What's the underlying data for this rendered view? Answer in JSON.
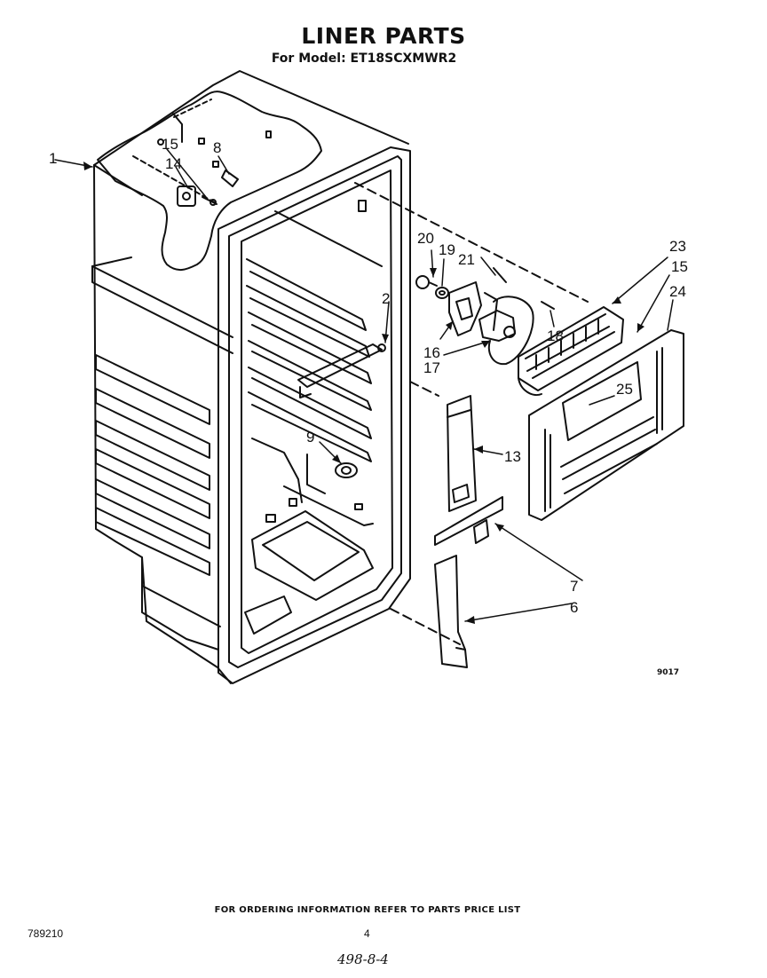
{
  "header": {
    "title": "LINER PARTS",
    "subtitle": "For Model: ET18SCXMWR2"
  },
  "callouts": [
    "1",
    "2",
    "6",
    "7",
    "8",
    "9",
    "13",
    "14",
    "15",
    "15",
    "16",
    "17",
    "18",
    "19",
    "20",
    "21",
    "23",
    "24",
    "25"
  ],
  "figure_code": "9017",
  "footer": {
    "note": "FOR ORDERING INFORMATION REFER TO PARTS PRICE LIST",
    "doc_number": "789210",
    "page_number": "4",
    "handwritten_code": "498-8-4"
  }
}
